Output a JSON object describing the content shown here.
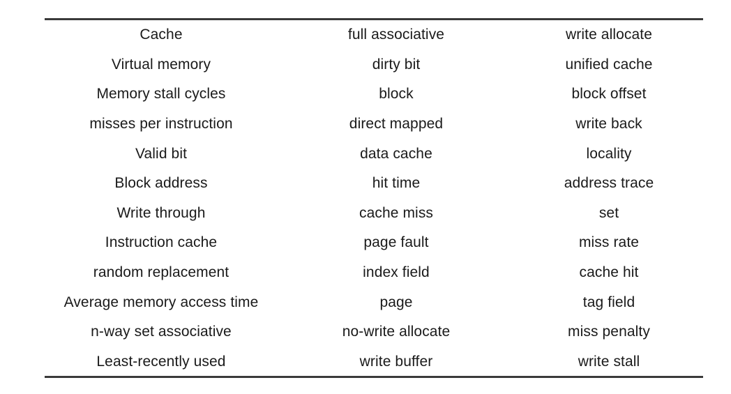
{
  "document": {
    "kind": "table",
    "title": "Cache terminology table",
    "background_color": "#ffffff",
    "text_color": "#1a1a1a",
    "rule_color": "#3a3a3a"
  },
  "table": {
    "column_count": 3,
    "row_count": 12,
    "has_header_row": false,
    "alignment": "center",
    "top_rule": true,
    "bottom_rule": true,
    "rows": [
      [
        "Cache",
        "full associative",
        "write allocate"
      ],
      [
        "Virtual memory",
        "dirty bit",
        "unified cache"
      ],
      [
        "Memory stall cycles",
        "block",
        "block offset"
      ],
      [
        "misses per instruction",
        "direct mapped",
        "write back"
      ],
      [
        "Valid bit",
        "data cache",
        "locality"
      ],
      [
        "Block address",
        "hit time",
        "address trace"
      ],
      [
        "Write through",
        "cache miss",
        "set"
      ],
      [
        "Instruction cache",
        "page fault",
        "miss rate"
      ],
      [
        "random replacement",
        "index field",
        "cache hit"
      ],
      [
        "Average memory access time",
        "page",
        "tag field"
      ],
      [
        "n-way set associative",
        "no-write allocate",
        "miss penalty"
      ],
      [
        "Least-recently used",
        "write buffer",
        "write stall"
      ]
    ]
  }
}
